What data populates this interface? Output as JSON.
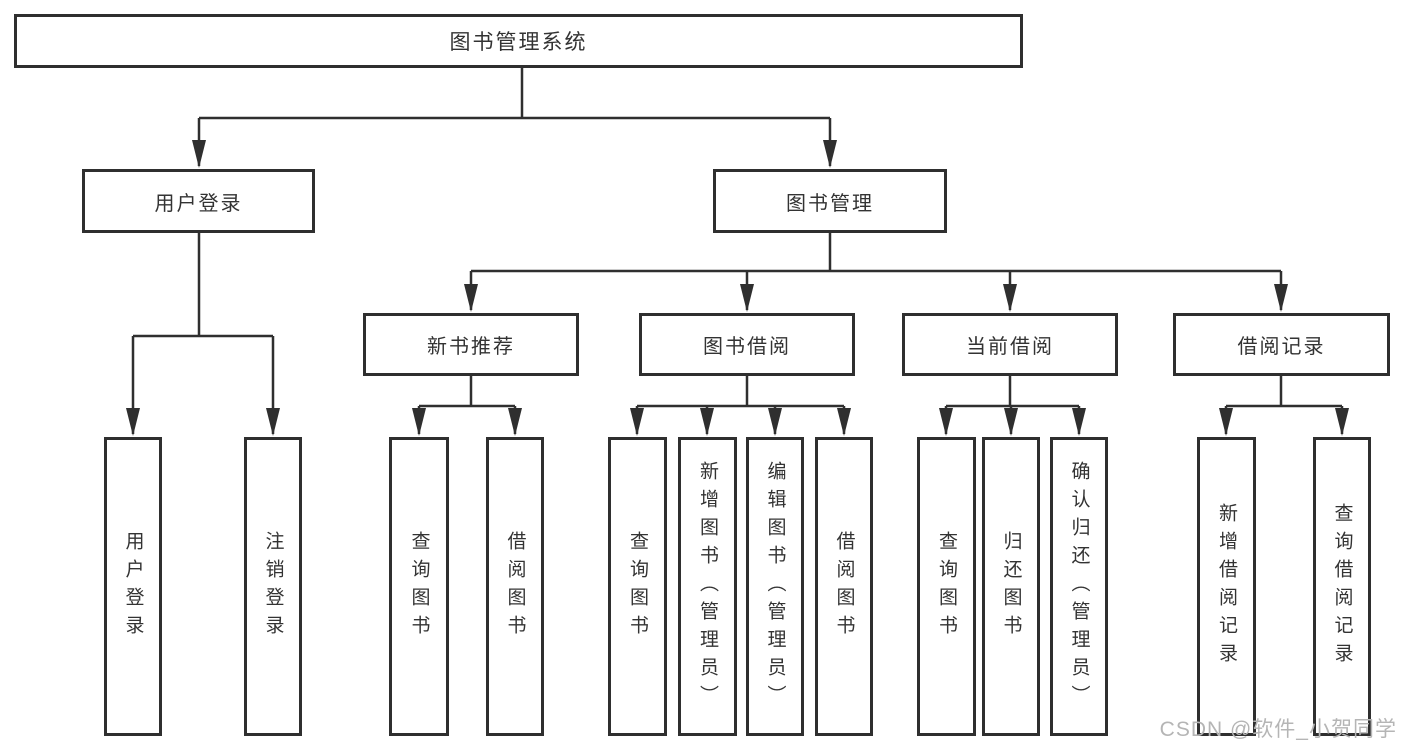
{
  "nodes": {
    "root": "图书管理系统",
    "user_login": "用户登录",
    "book_management": "图书管理",
    "new_book_recommend": "新书推荐",
    "book_borrow": "图书借阅",
    "current_borrow": "当前借阅",
    "borrow_records": "借阅记录"
  },
  "leaves": [
    "用户登录",
    "注销登录",
    "查询图书",
    "借阅图书",
    "查询图书",
    "新增图书（管理员）",
    "编辑图书（管理员）",
    "借阅图书",
    "查询图书",
    "归还图书",
    "确认归还（管理员）",
    "新增借阅记录",
    "查询借阅记录"
  ],
  "watermark": "CSDN @软件_小贺同学",
  "colors": {
    "line": "#2f2f2f",
    "box_border": "#2f2f2f",
    "text": "#333333",
    "watermark": "#b5b5b5",
    "background": "#ffffff"
  }
}
